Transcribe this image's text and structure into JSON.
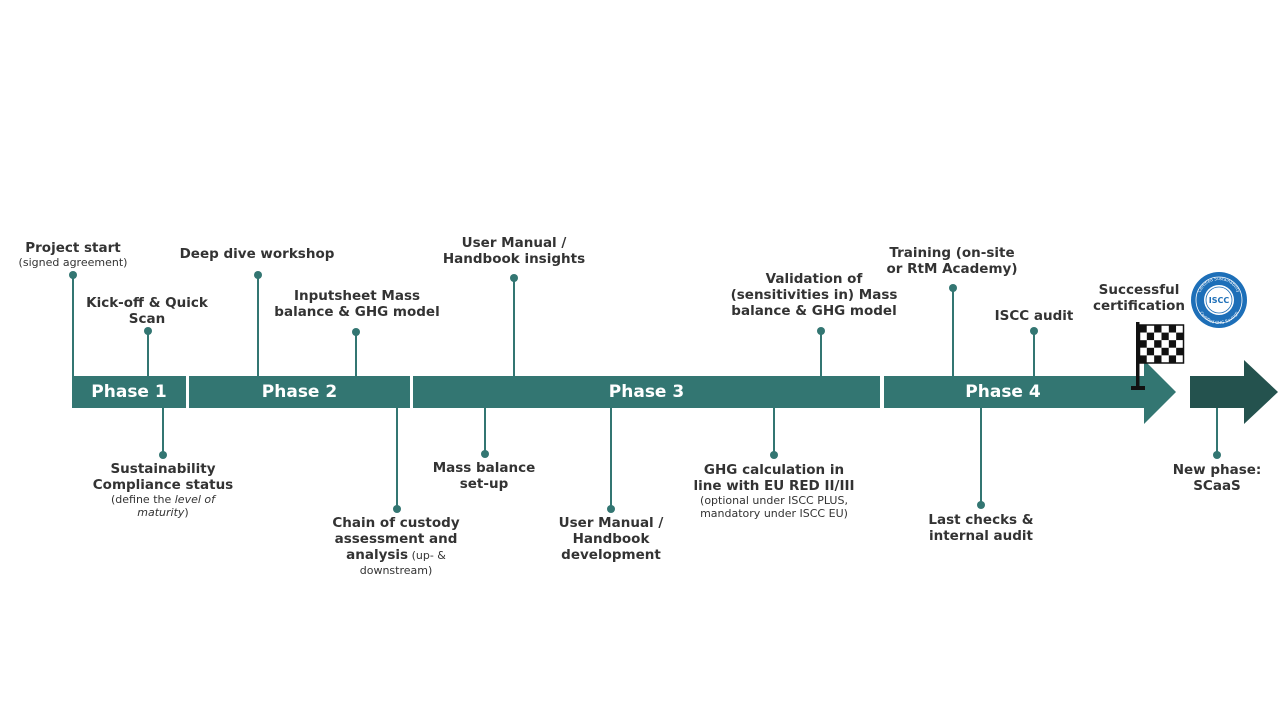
{
  "phases": [
    "Phase 1",
    "Phase 2",
    "Phase 3",
    "Phase 4"
  ],
  "milestones": {
    "project_start": {
      "title": "Project start",
      "sub": "(signed agreement)"
    },
    "kickoff": {
      "line1": "Kick-off & Quick",
      "line2": "Scan"
    },
    "sustainability": {
      "line1": "Sustainability",
      "line2": "Compliance status",
      "sub_a": "(define the ",
      "sub_b": "level of",
      "sub_c": "maturity",
      "sub_d": ")"
    },
    "deep_dive": {
      "title": "Deep dive workshop"
    },
    "inputsheet": {
      "line1": "Inputsheet Mass",
      "line2": "balance & GHG model"
    },
    "chain_custody": {
      "line1": "Chain of custody",
      "line2": "assessment and",
      "line3": "analysis",
      "line3_sub": " (up- &",
      "line4": "downstream)"
    },
    "user_manual_insights": {
      "line1": "User Manual /",
      "line2": "Handbook insights"
    },
    "mass_balance_setup": {
      "line1": "Mass balance",
      "line2": "set-up"
    },
    "user_manual_dev": {
      "line1": "User Manual /",
      "line2": "Handbook",
      "line3": "development"
    },
    "ghg_calc": {
      "line1": "GHG calculation in",
      "line2": "line with EU RED II/III",
      "sub1": "(optional under ISCC PLUS,",
      "sub2": "mandatory under ISCC EU)"
    },
    "validation": {
      "line1": "Validation of",
      "line2": "(sensitivities in) Mass",
      "line3": "balance & GHG model"
    },
    "training": {
      "line1": "Training (on-site",
      "line2": "or RtM Academy)"
    },
    "iscc_audit": {
      "title": "ISCC audit"
    },
    "last_checks": {
      "line1": "Last checks &",
      "line2": "internal audit"
    },
    "certification": {
      "line1": "Successful",
      "line2": "certification"
    },
    "new_phase": {
      "line1": "New phase:",
      "line2": "SCaaS"
    }
  },
  "badge": {
    "center": "ISCC",
    "ring_top": "Certified Sustainability",
    "ring_bottom": "Certified GHG Savings"
  },
  "colors": {
    "primary": "#337672",
    "dark": "#24524e",
    "text": "#333333",
    "badge": "#1d6fb8"
  },
  "icons": {
    "flag": "checkered-flag-icon",
    "badge": "iscc-badge-icon"
  }
}
